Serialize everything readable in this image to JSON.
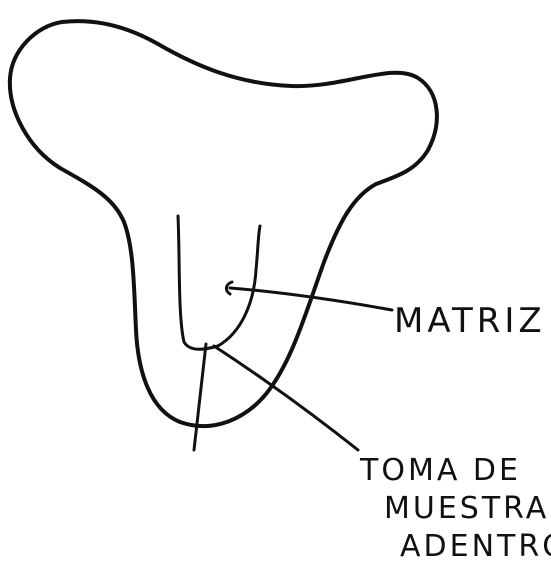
{
  "labels": {
    "matriz": "MATRIZ",
    "toma_line1": "TOMA DE",
    "toma_line2": "MUESTRA",
    "toma_line3": "ADENTRO"
  },
  "colors": {
    "ink": "#111111",
    "paper": "#ffffff"
  }
}
